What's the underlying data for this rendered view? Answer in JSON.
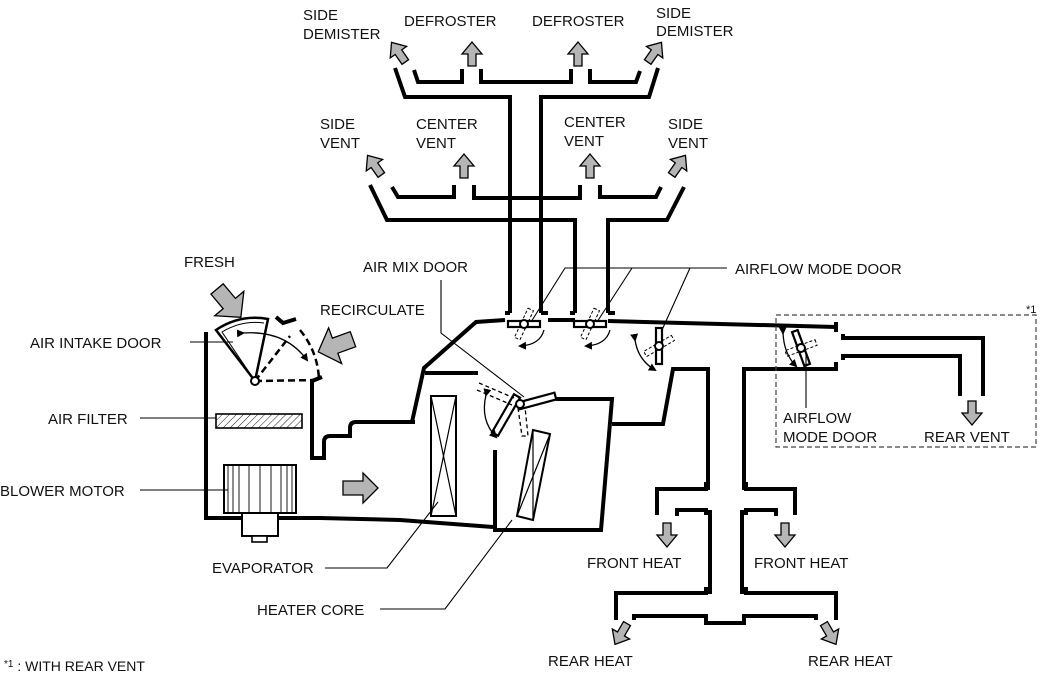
{
  "title": "Air Conditioning Airflow Diagram",
  "outlets": {
    "side_demister_left": [
      "SIDE",
      "DEMISTER"
    ],
    "defroster_left": "DEFROSTER",
    "defroster_right": "DEFROSTER",
    "side_demister_right": [
      "SIDE",
      "DEMISTER"
    ],
    "side_vent_left": [
      "SIDE",
      "VENT"
    ],
    "center_vent_left": [
      "CENTER",
      "VENT"
    ],
    "center_vent_right": [
      "CENTER",
      "VENT"
    ],
    "side_vent_right": [
      "SIDE",
      "VENT"
    ],
    "front_heat_left": "FRONT HEAT",
    "front_heat_right": "FRONT HEAT",
    "rear_heat_left": "REAR HEAT",
    "rear_heat_right": "REAR HEAT",
    "rear_vent": "REAR VENT"
  },
  "inlets": {
    "fresh": "FRESH",
    "recirculate": "RECIRCULATE"
  },
  "components": {
    "air_intake_door": "AIR INTAKE DOOR",
    "air_filter": "AIR FILTER",
    "blower_motor": "BLOWER MOTOR",
    "evaporator": "EVAPORATOR",
    "heater_core": "HEATER CORE",
    "air_mix_door": "AIR MIX DOOR",
    "airflow_mode_door": "AIRFLOW MODE DOOR",
    "airflow_mode_door_rear": [
      "AIRFLOW",
      "MODE DOOR"
    ]
  },
  "notes": {
    "marker": "*1",
    "footnote_marker": "*1",
    "footnote_text": " : WITH REAR VENT"
  }
}
